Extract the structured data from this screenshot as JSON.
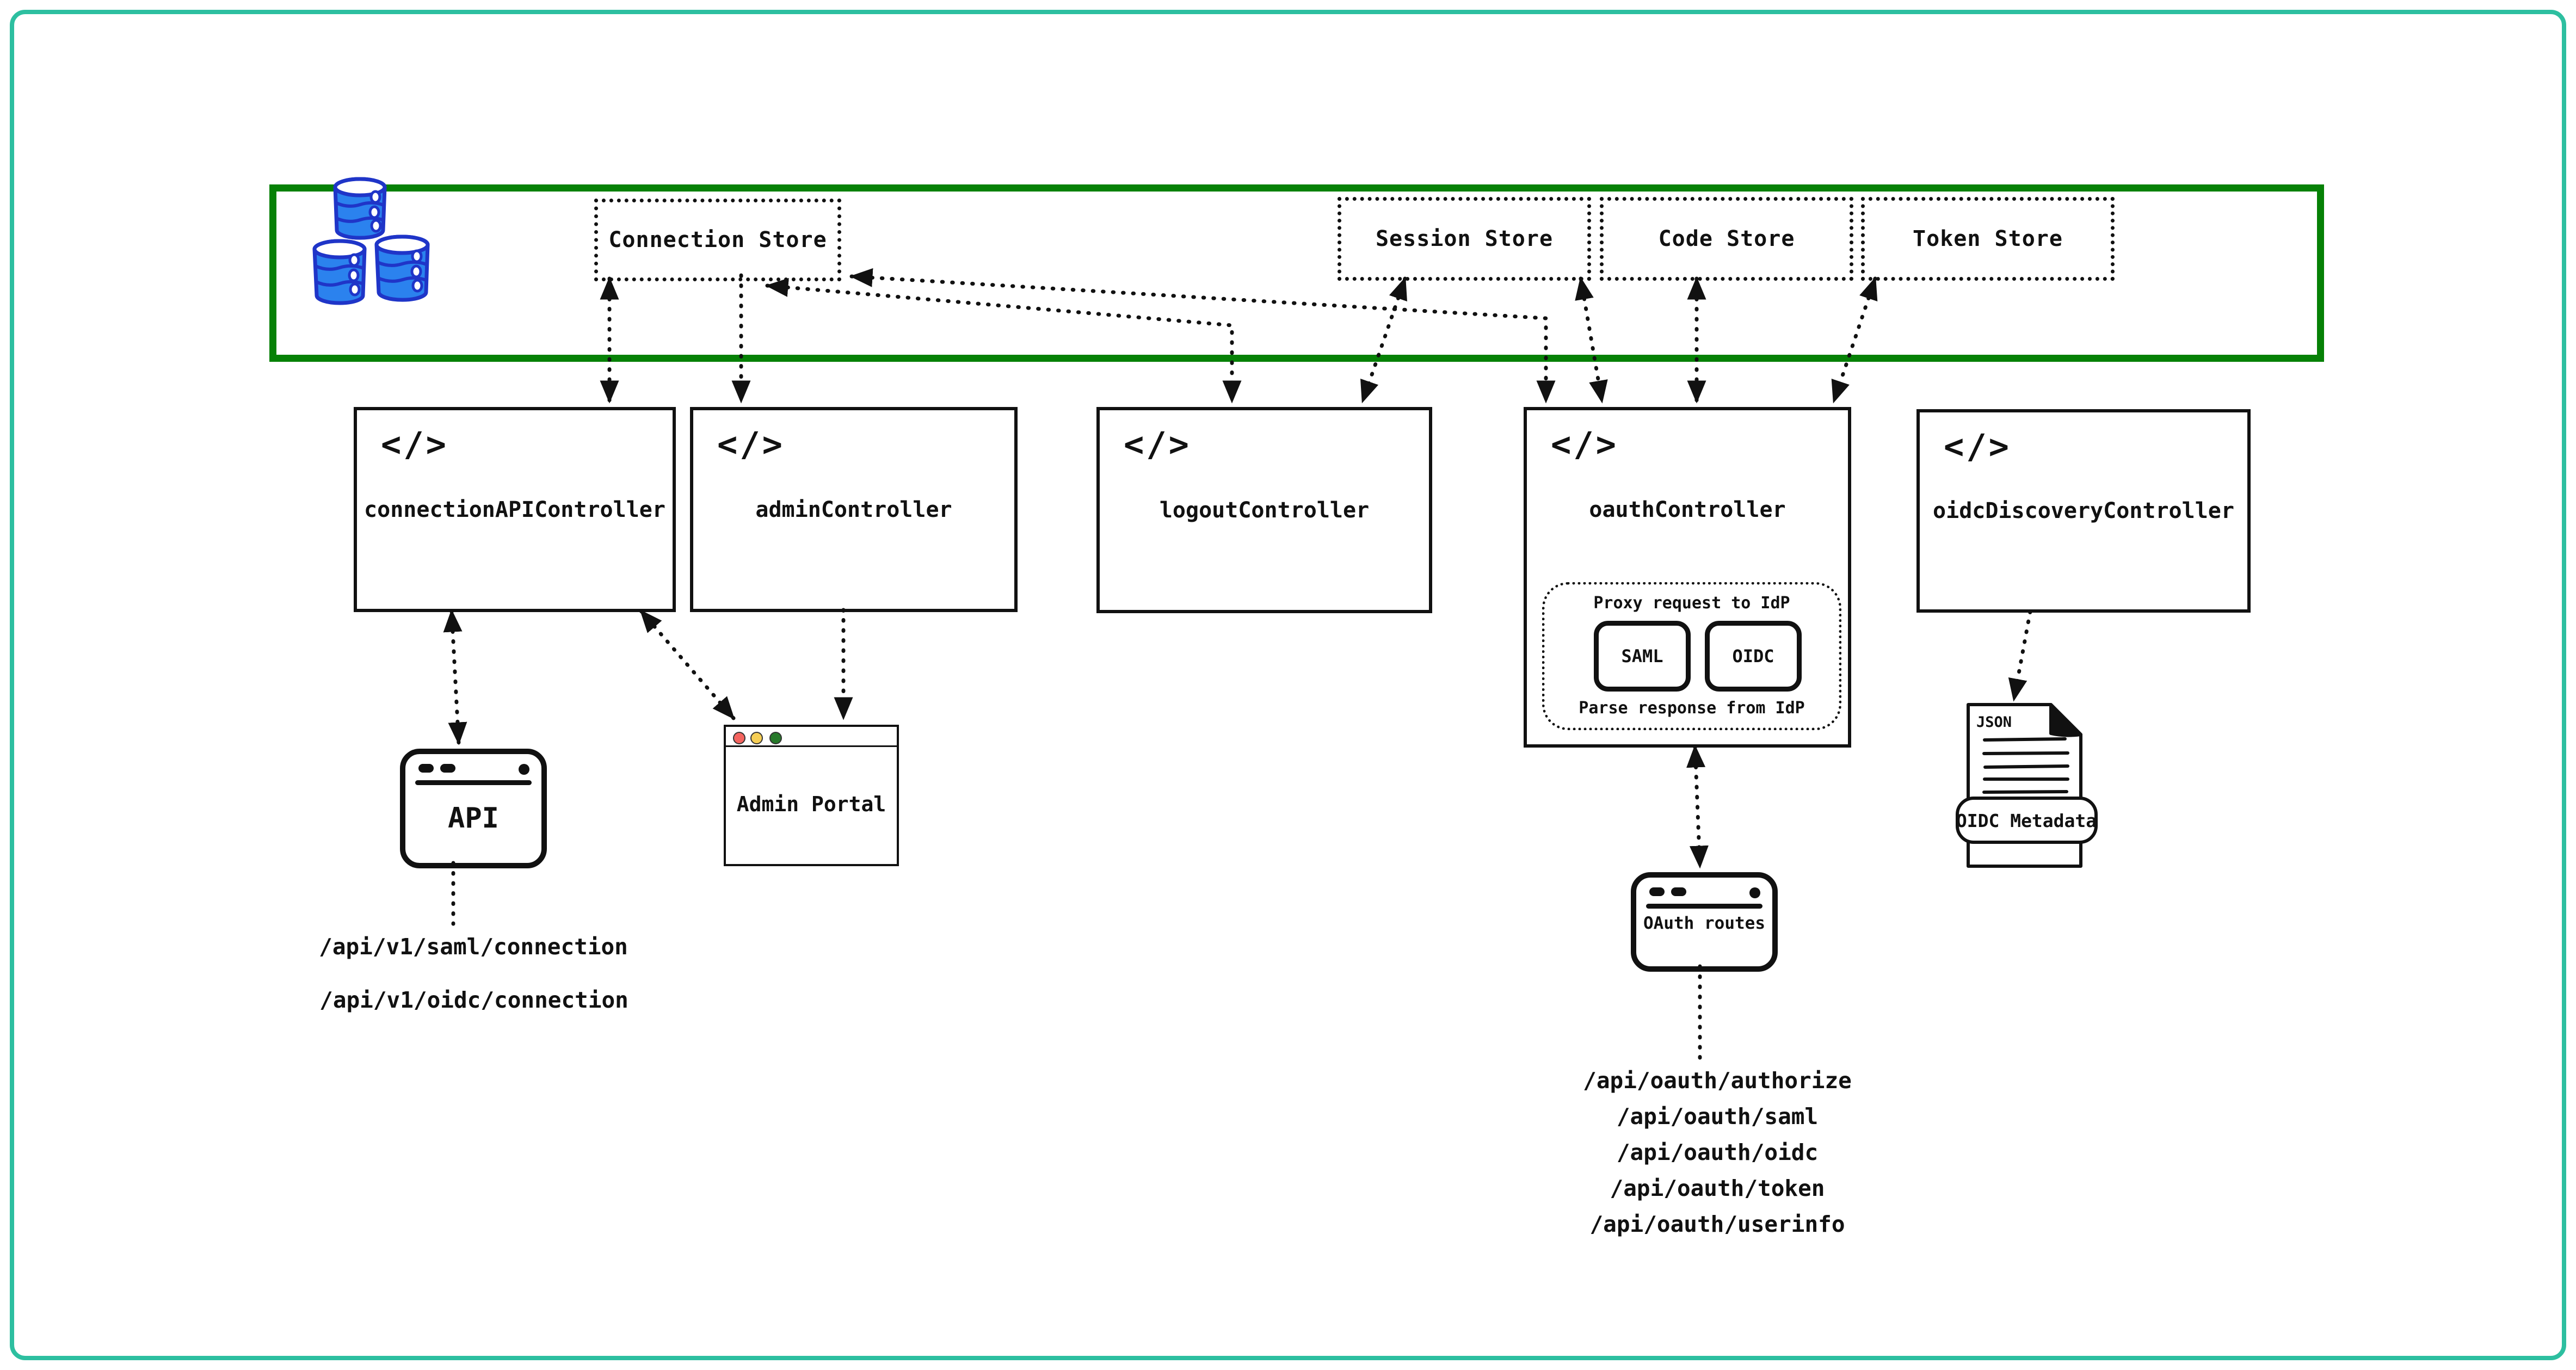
{
  "colors": {
    "outer_border": "#2dbfa0",
    "zone_border": "#068106",
    "line": "#111111",
    "db_fill": "#2b82ee",
    "db_stroke": "#1f35c8",
    "traffic_red": "#f4645f",
    "traffic_yellow": "#f6ce55",
    "traffic_green": "#27792a"
  },
  "stores": {
    "connection": {
      "label": "Connection Store"
    },
    "session": {
      "label": "Session Store"
    },
    "code": {
      "label": "Code Store"
    },
    "token": {
      "label": "Token Store"
    }
  },
  "controllers": {
    "code_icon": "</>",
    "connection_api": {
      "label": "connectionAPIController"
    },
    "admin": {
      "label": "adminController"
    },
    "logout": {
      "label": "logoutController"
    },
    "oauth": {
      "label": "oauthController",
      "proxy_label": "Proxy request to IdP",
      "parse_label": "Parse response from IdP",
      "saml": "SAML",
      "oidc": "OIDC"
    },
    "oidc_discovery": {
      "label": "oidcDiscoveryController"
    }
  },
  "clients": {
    "api": {
      "label": "API"
    },
    "admin_portal": {
      "label": "Admin Portal"
    },
    "oauth_routes": {
      "label": "OAuth routes"
    },
    "oidc_metadata": {
      "file_type": "JSON",
      "banner": "OIDC Metadata"
    }
  },
  "endpoints": {
    "connection_api": [
      "/api/v1/saml/connection",
      "/api/v1/oidc/connection"
    ],
    "oauth": [
      "/api/oauth/authorize",
      "/api/oauth/saml",
      "/api/oauth/oidc",
      "/api/oauth/token",
      "/api/oauth/userinfo"
    ]
  }
}
